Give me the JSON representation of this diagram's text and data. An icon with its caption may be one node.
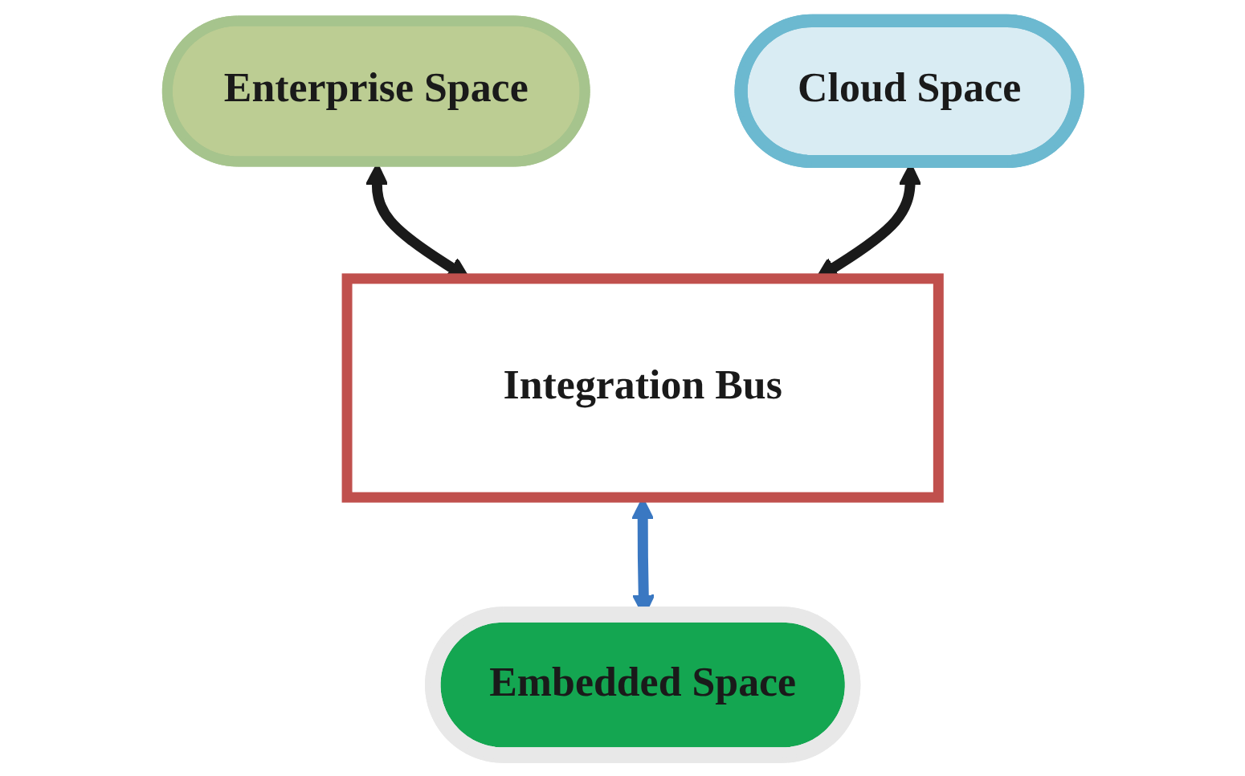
{
  "diagram": {
    "nodes": [
      {
        "text": [
          "Enterprise Space"
        ]
      },
      {
        "text": [
          "Cloud Space"
        ]
      },
      {
        "text": [
          "Integration Bus"
        ]
      },
      {
        "text": [
          "Embedded Space"
        ]
      }
    ],
    "edges": [
      {
        "from": 0,
        "to": 2,
        "arrow": "both"
      },
      {
        "from": 1,
        "to": 2,
        "arrow": "both"
      },
      {
        "from": 2,
        "to": 3,
        "arrow": "both",
        "color": "#3a78c2"
      }
    ]
  }
}
